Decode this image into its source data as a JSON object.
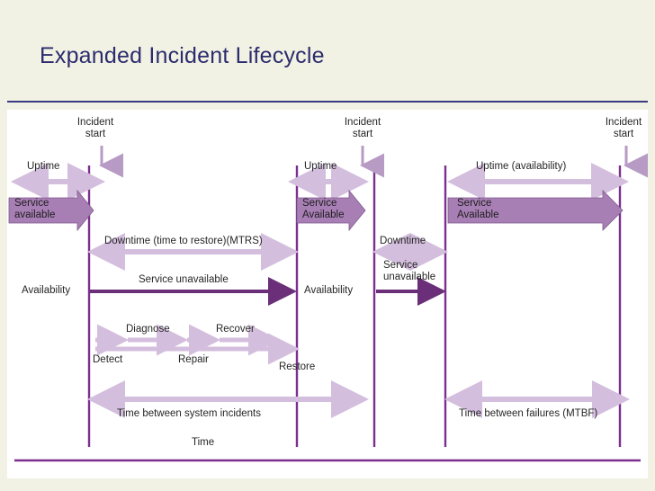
{
  "slide": {
    "title": "Expanded Incident Lifecycle",
    "background_color": "#f2f2e4",
    "title_color": "#2c2c6e",
    "rule_color": "#3b3b82"
  },
  "diagram": {
    "canvas_color": "#ffffff",
    "colors": {
      "timeline_line": "#7b2f8f",
      "pale_arrow": "#d9c6e0",
      "service_block": "#a87fb5",
      "dark_arrow": "#6b2f7a",
      "text": "#262626"
    },
    "timelines": [
      {
        "name": "incident-start-1",
        "label_line1": "Incident",
        "label_line2": "start"
      },
      {
        "name": "incident-start-2",
        "label_line1": "Incident",
        "label_line2": "start"
      },
      {
        "name": "incident-start-3",
        "label_line1": "Incident",
        "label_line2": "start"
      }
    ],
    "labels": {
      "uptime_1": "Uptime",
      "uptime_2": "Uptime",
      "uptime_3": "Uptime (availability)",
      "service_available_1_line1": "Service",
      "service_available_1_line2": "available",
      "service_available_2_line1": "Service",
      "service_available_2_line2": "Available",
      "service_available_3_line1": "Service",
      "service_available_3_line2": "Available",
      "downtime_1": "Downtime (time to restore)(MTRS)",
      "downtime_2": "Downtime",
      "service_unavailable_1": "Service unavailable",
      "service_unavailable_2_line1": "Service",
      "service_unavailable_2_line2": "unavailable",
      "availability_1": "Availability",
      "availability_2": "Availability",
      "detect": "Detect",
      "diagnose": "Diagnose",
      "repair": "Repair",
      "recover": "Recover",
      "restore": "Restore",
      "time_between_system_incidents": "Time between system incidents",
      "time_between_failures": "Time between failures (MTBF)",
      "time_axis": "Time"
    }
  }
}
